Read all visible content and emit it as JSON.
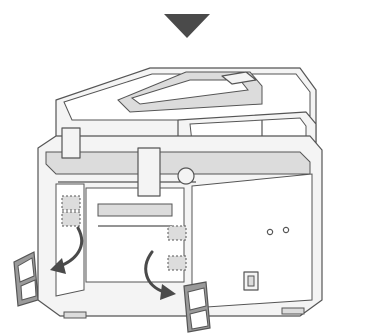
{
  "figure": {
    "kind": "printer-rear-tape-removal-illustration",
    "step_indicator": "down-arrow-icon",
    "colors": {
      "arrow": "#4a4a4a",
      "body_fill": "#f4f4f4",
      "body_stroke": "#555555",
      "shade": "#dcdcdc",
      "tape": "#9a9a9a",
      "paper": "#ffffff"
    },
    "tapes": {
      "count_on_printer": 4,
      "count_removed": 2
    }
  }
}
